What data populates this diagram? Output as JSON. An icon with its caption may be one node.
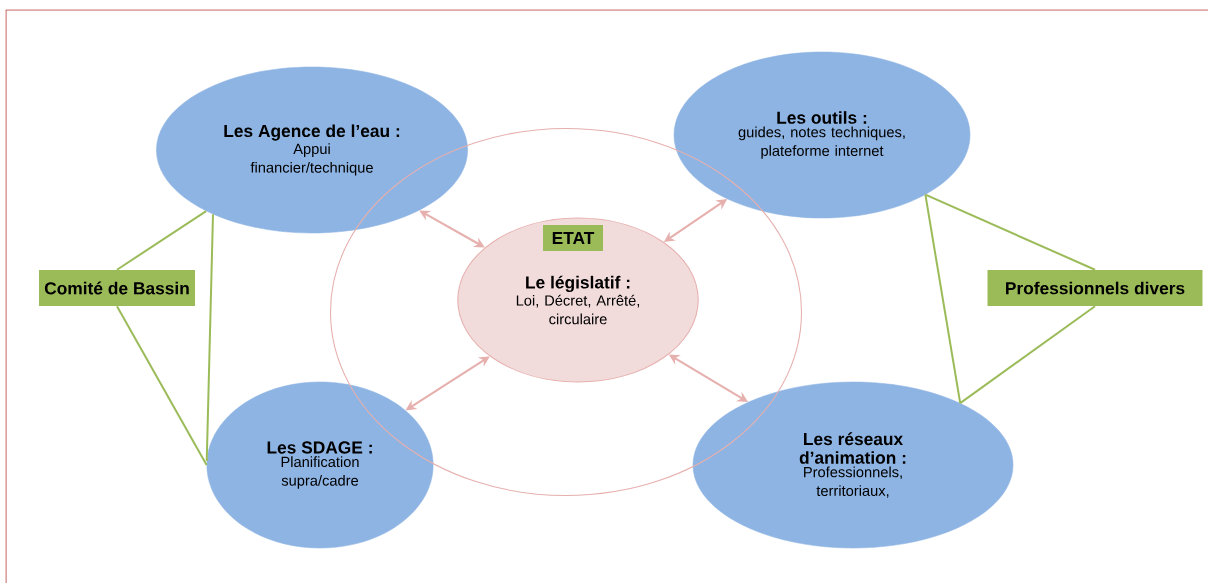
{
  "diagram": {
    "nodes": [
      {
        "text": [
          "Les Agence de l’eau :",
          "Appui financier/technique"
        ]
      },
      {
        "text": [
          "Les outils :",
          "guides, notes techniques, plateforme internet"
        ]
      },
      {
        "text": [],
        "shape": "circle"
      },
      {
        "text": [
          "Le législatif :",
          "Loi, Décret, Arrêté, circulaire"
        ],
        "in": 2
      },
      {
        "text": [
          "ETAT"
        ],
        "in": 3
      },
      {
        "text": [
          "Comité de Bassin"
        ]
      },
      {
        "text": [
          "Professionnels divers"
        ]
      },
      {
        "text": [
          "Les SDAGE :",
          "Planification supra/cadre"
        ]
      },
      {
        "text": [
          "Les réseaux d’animation :",
          "Professionnels, territoriaux,"
        ]
      }
    ],
    "edges": [
      {
        "from": 0,
        "to": 3,
        "arrow": "both",
        "color": "#e6b0ae"
      },
      {
        "from": 1,
        "to": 3,
        "arrow": "both",
        "color": "#e6b0ae"
      },
      {
        "from": 7,
        "to": 3,
        "arrow": "both",
        "color": "#e6b0ae"
      },
      {
        "from": 8,
        "to": 3,
        "arrow": "both",
        "color": "#e6b0ae"
      },
      {
        "from": 5,
        "to": 0,
        "arrow": "none"
      },
      {
        "from": 5,
        "to": 7,
        "arrow": "none"
      },
      {
        "from": 0,
        "to": 7,
        "arrow": "none"
      },
      {
        "from": 6,
        "to": 1,
        "arrow": "none"
      },
      {
        "from": 6,
        "to": 8,
        "arrow": "none"
      },
      {
        "from": 1,
        "to": 8,
        "arrow": "none"
      }
    ]
  }
}
